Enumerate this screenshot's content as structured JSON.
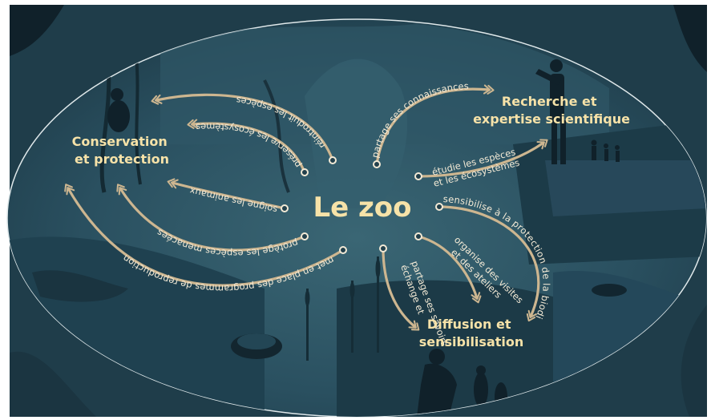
{
  "title": "Le zoo",
  "poles": {
    "conservation": [
      "Conservation",
      "et protection"
    ],
    "research": [
      "Recherche et",
      "expertise scientifique"
    ],
    "diffusion": [
      "Diffusion et",
      "sensibilisation"
    ]
  },
  "links": {
    "reintroduit": "réintroduit les espèces",
    "preserve": "préserve les écosystèmes",
    "soigne": "soigne les animaux",
    "protege": "protège les espèces menacées",
    "reproduction": "met en place des programmes de reproduction",
    "partage_connaissances": "partage ses connaissances",
    "etudie": [
      "étudie les espèces",
      "et les écosystèmes"
    ],
    "sensibilise": "sensibilise à la protection de la biodiversité",
    "organise": [
      "organise des visites",
      "et des ateliers"
    ],
    "echange": [
      "échange et",
      "partage ses savoirs"
    ]
  },
  "colors": {
    "background": "#234352",
    "arrow": "#cdb690",
    "pole_text": "#f6e2a8",
    "label_text": "#f3ead6"
  }
}
